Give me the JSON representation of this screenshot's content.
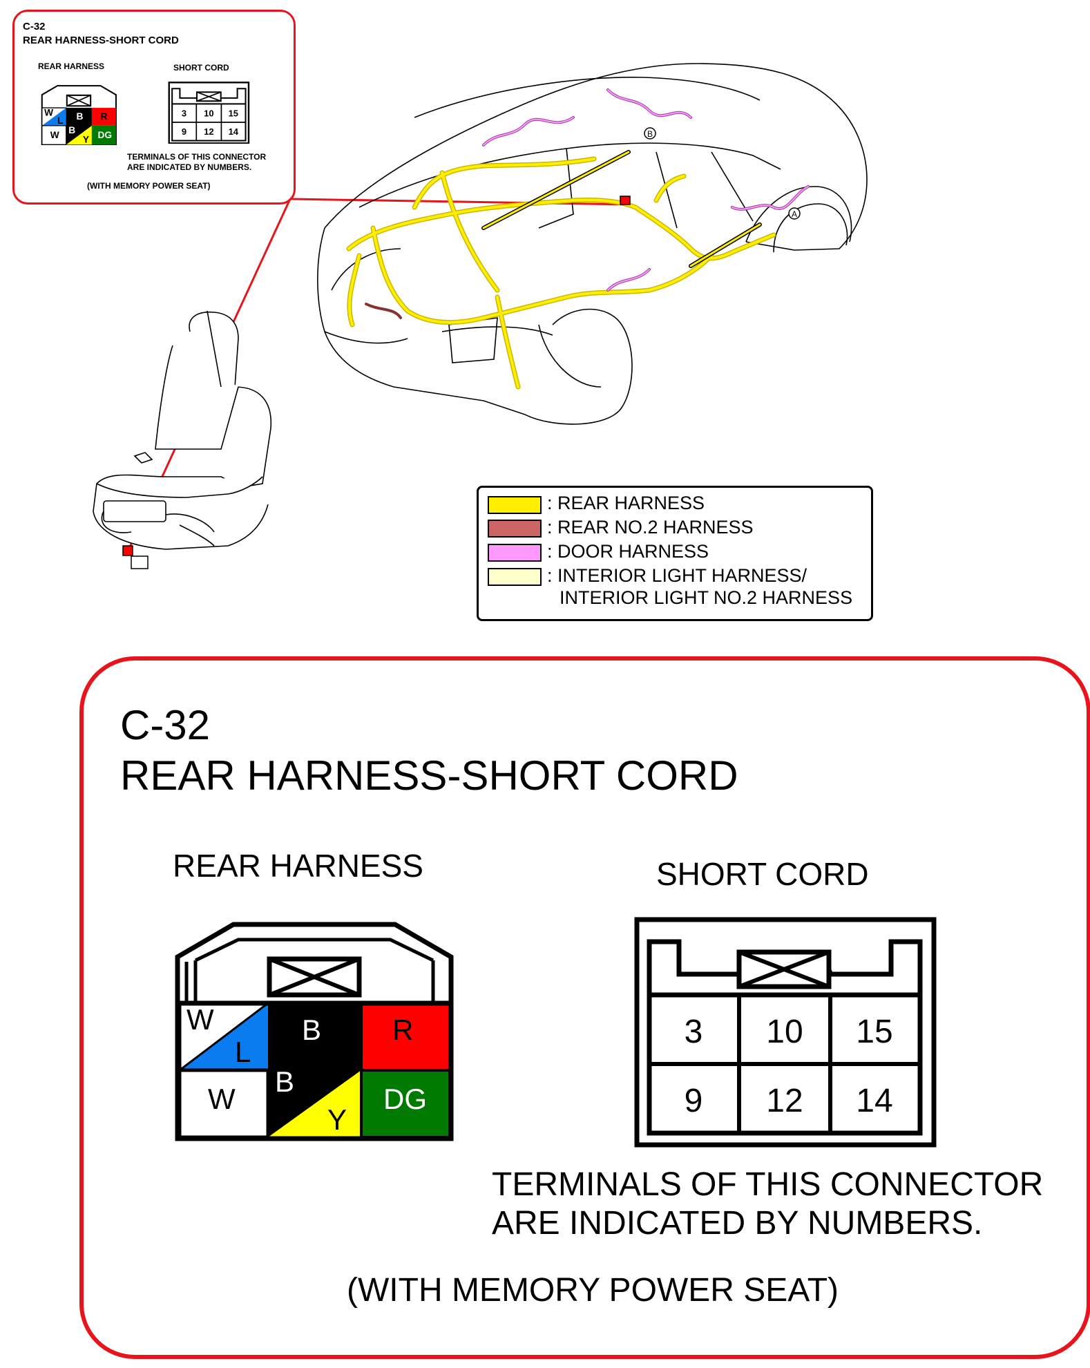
{
  "connector": {
    "code": "C-32",
    "name": "REAR HARNESS-SHORT CORD",
    "rear_label": "REAR HARNESS",
    "short_label": "SHORT CORD",
    "terminals_note_1": "TERMINALS OF THIS CONNECTOR",
    "terminals_note_2": "ARE INDICATED BY NUMBERS.",
    "condition": "(WITH MEMORY POWER SEAT)"
  },
  "rear_harness_pins": {
    "tl_top": "W",
    "tl_bottom": "L",
    "tm": "B",
    "tr": "R",
    "bl": "W",
    "bm_top": "B",
    "bm_bottom": "Y",
    "br": "DG"
  },
  "short_cord_pins": {
    "r1": [
      "3",
      "10",
      "15"
    ],
    "r2": [
      "9",
      "12",
      "14"
    ]
  },
  "wire_colors": {
    "W": "#ffffff",
    "L": "#0a7cf0",
    "B": "#000000",
    "R": "#ff0000",
    "Y": "#ffff00",
    "DG": "#007a00"
  },
  "markers": {
    "a": "A",
    "b": "B"
  },
  "legend": {
    "items": [
      {
        "label": ": REAR HARNESS",
        "color": "#ffee00"
      },
      {
        "label": ": REAR NO.2 HARNESS",
        "color": "#cc6666"
      },
      {
        "label": ": DOOR HARNESS",
        "color": "#ff99ff"
      },
      {
        "label": ": INTERIOR LIGHT HARNESS/",
        "color": "#ffffcc"
      }
    ],
    "continuation": "INTERIOR LIGHT NO.2 HARNESS"
  },
  "colors": {
    "callout_border": "#e8141c",
    "harness_yellow": "#ffee00"
  }
}
